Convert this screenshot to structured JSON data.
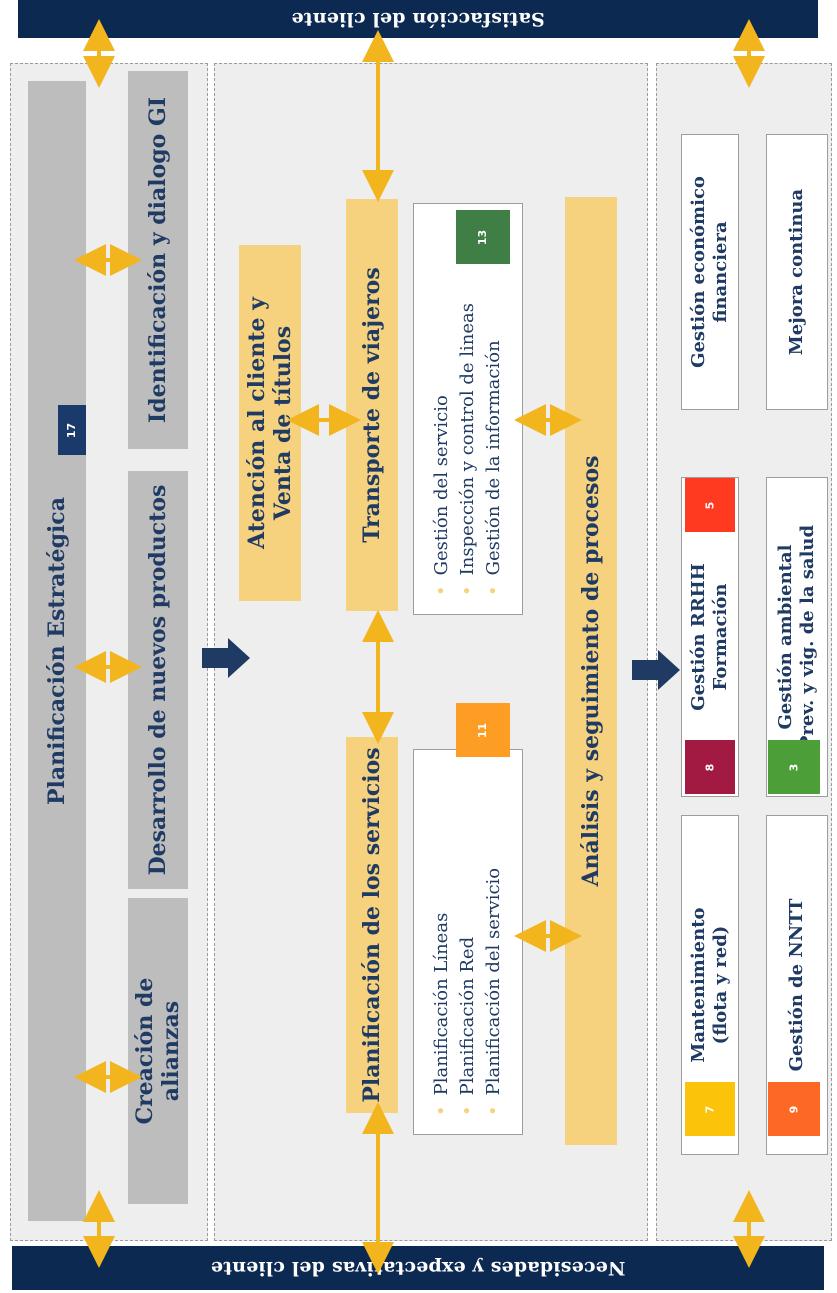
{
  "bars": {
    "top": "Satisfacción del cliente",
    "bottom": "Necesidades y expectativas del cliente"
  },
  "strategic": {
    "planificacion": "Planificación Estratégica",
    "identificacion": "Identificación y dialogo GI",
    "desarrollo": "Desarrollo de nuevos productos",
    "creacion": [
      "Creación de",
      "alianzas"
    ]
  },
  "operational": {
    "atencion": [
      "Atención al cliente y",
      "Venta de títulos"
    ],
    "transporte": "Transporte de viajeros",
    "planificacion_servicios": "Planificación de los servicios",
    "analisis": "Análisis y seguimiento de procesos",
    "transporte_items": [
      "Gestión del servicio",
      "Inspección y control de lineas",
      "Gestión de la información"
    ],
    "planificacion_items": [
      "Planificación Líneas",
      "Planificación Red",
      "Planificación del servicio"
    ]
  },
  "support": {
    "economica": [
      "Gestión económico",
      "financiera"
    ],
    "mejora": "Mejora continua",
    "rrhh": [
      "Gestión RRHH",
      "Formación"
    ],
    "ambiental": [
      "Gestión ambiental",
      "Prev. y vig. de la salud"
    ],
    "mantenimiento": [
      "Mantenimiento",
      "(flota y red)"
    ],
    "nntt": "Gestión de NNTT"
  },
  "sdg_badges": {
    "g17": "17",
    "g13": "13",
    "g11": "11",
    "g5": "5",
    "g8": "8",
    "g3": "3",
    "g7": "7",
    "g9": "9"
  },
  "colors": {
    "navy": "#0c2a51",
    "yellow": "#f6d27f",
    "gray": "#bdbdbd",
    "panel": "#eeeeee",
    "text": "#1f3a63",
    "arrow": "#f2b51e"
  }
}
